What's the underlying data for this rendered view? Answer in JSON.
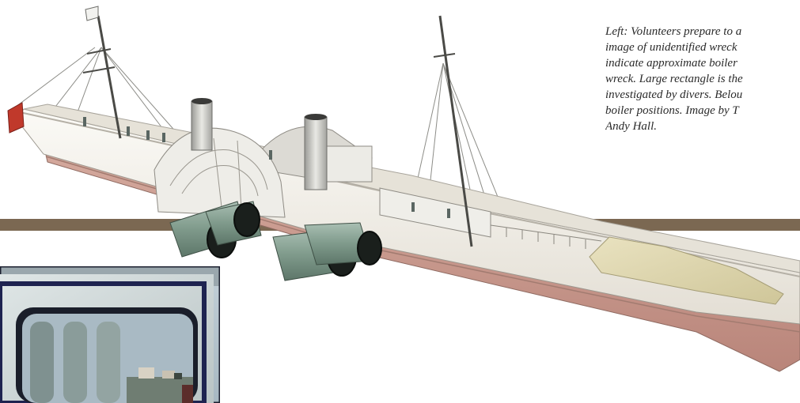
{
  "caption": {
    "lines": [
      "Left: Volunteers prepare to a",
      "image of unidentified wreck",
      "indicate approximate boiler",
      "wreck. Large rectangle is the",
      "investigated by divers. Belou",
      "boiler positions. Image by T",
      "Andy Hall."
    ]
  },
  "figure": {
    "subject": "3D model of side-wheel paddle steamer with boiler positions",
    "colors": {
      "hull_lower": "#c9978a",
      "hull_upper": "#f2efe8",
      "deck": "#e6e2d8",
      "boilers": "#7f9a8b",
      "boiler_ends": "#1a1f1c",
      "band": "#7b6852",
      "flag": "#c0392b"
    }
  },
  "inset_photo": {
    "subject": "volunteers photo (cropped)",
    "colors": {
      "frame": "#1e2350",
      "panel": "#c9d3d4",
      "sky": "#b4c3cc"
    }
  }
}
